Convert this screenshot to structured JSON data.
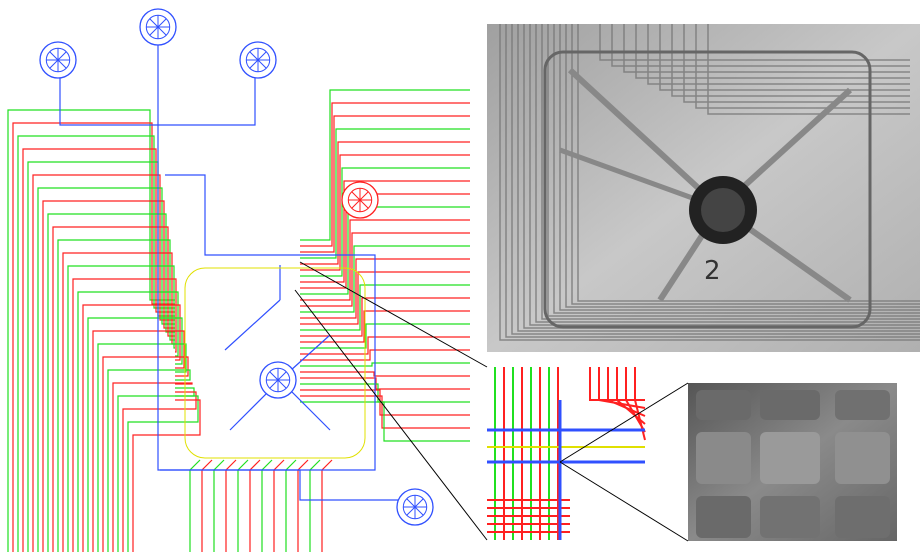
{
  "figure": {
    "chip_number_label": "2",
    "colors": {
      "control_layer": "#ff2020",
      "flow_layer": "#20e020",
      "channel_layer": "#3050ff",
      "valve_outline": "#e0e000",
      "photo_bg": "#b8b8b8",
      "sem_bg": "#7a7a7a",
      "callout_line": "#000000"
    },
    "panels": [
      "cad-layout",
      "chip-photo",
      "cad-zoom-inset",
      "sem-closeup"
    ]
  }
}
